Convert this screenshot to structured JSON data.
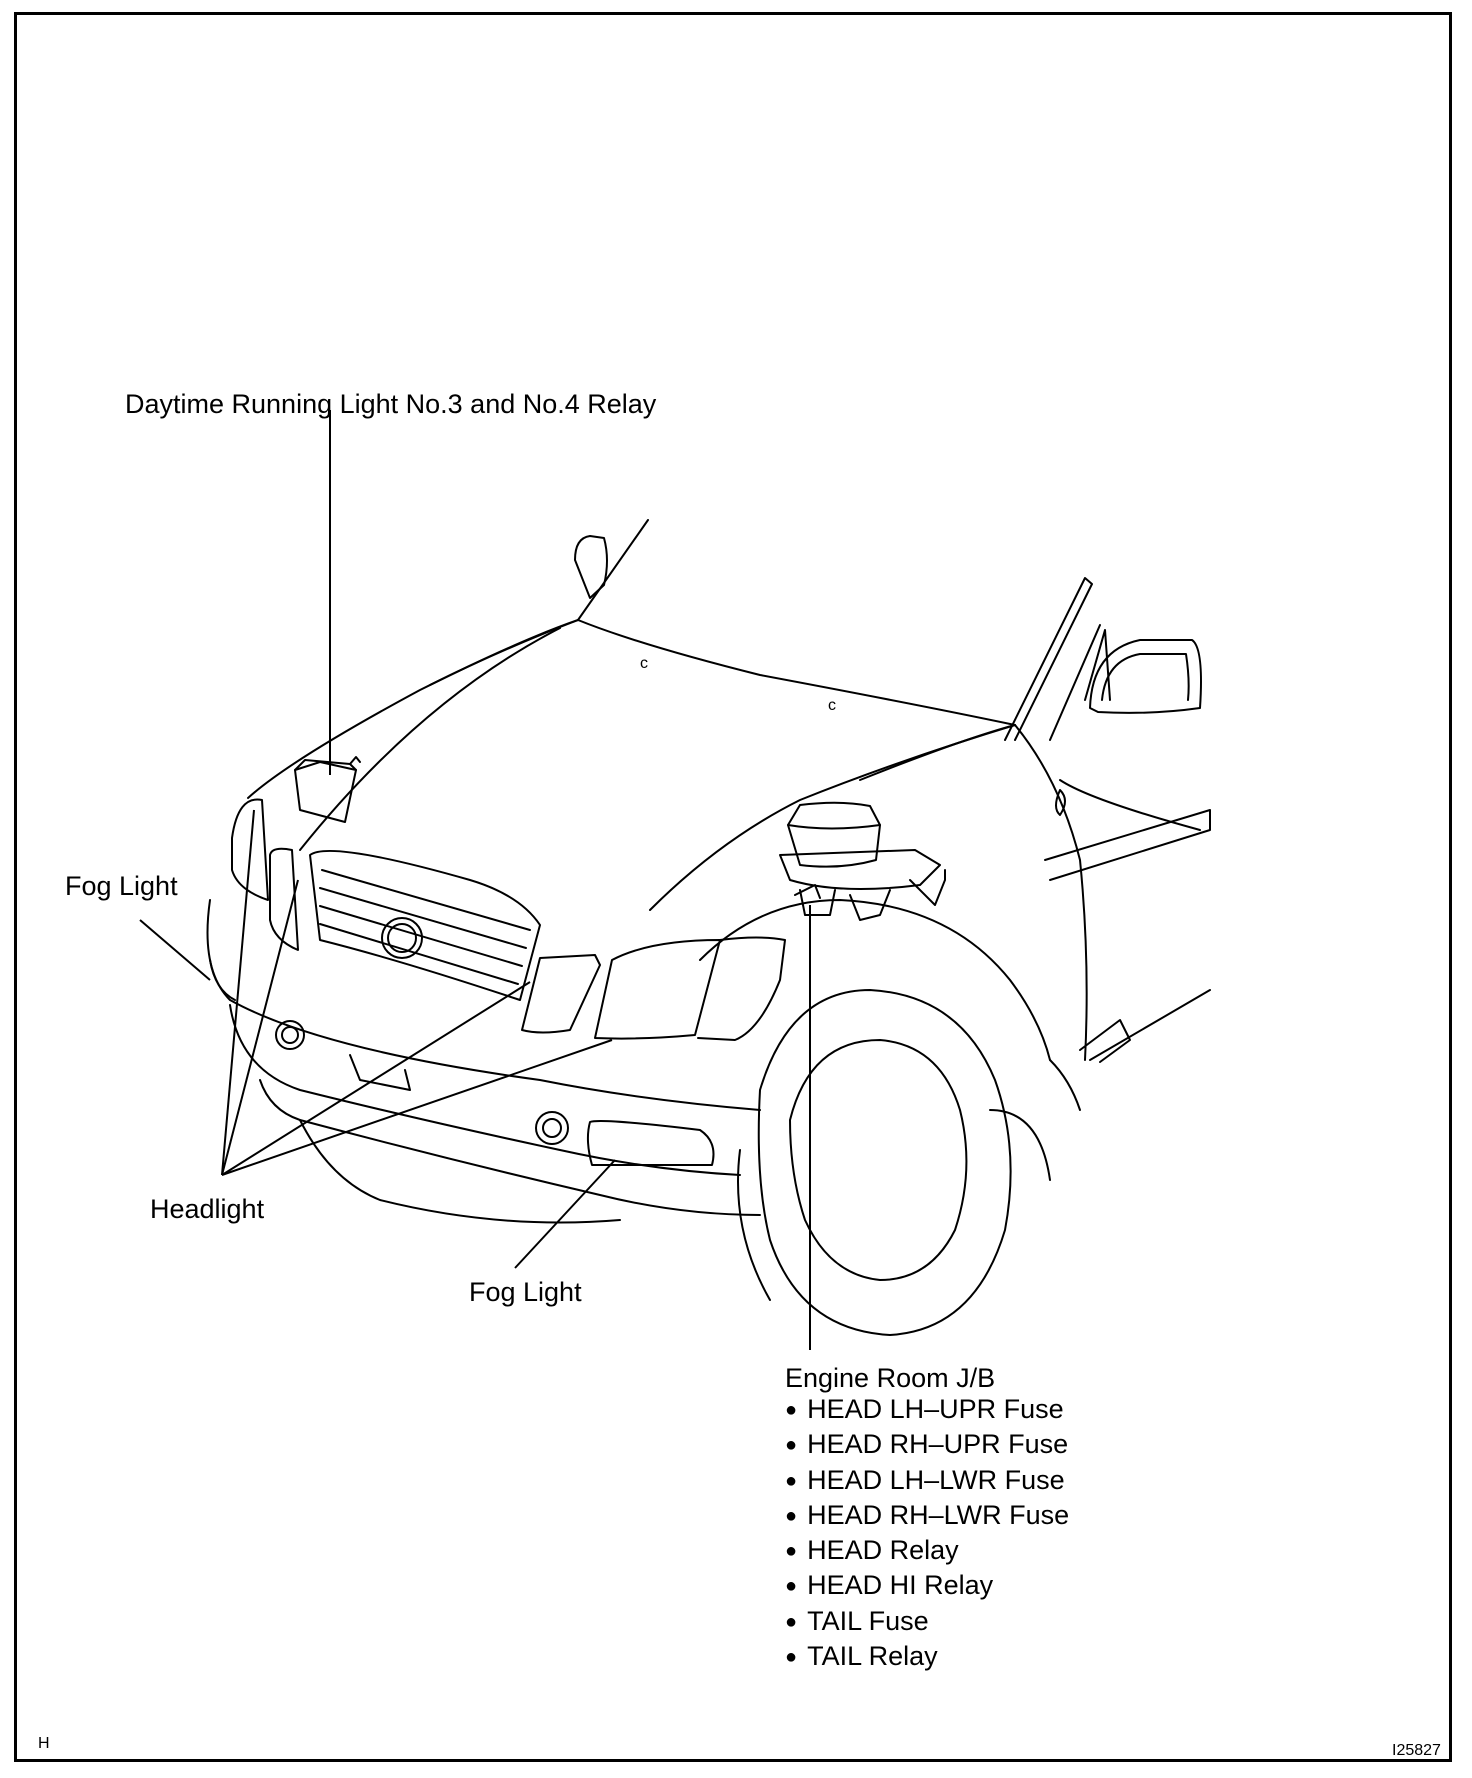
{
  "labels": {
    "drl_relay": "Daytime Running Light No.3 and No.4 Relay",
    "fog_light_left": "Fog Light",
    "headlight": "Headlight",
    "fog_light_bottom": "Fog Light",
    "engine_room_jb": "Engine Room J/B"
  },
  "engine_room_items": [
    "HEAD LH–UPR Fuse",
    "HEAD RH–UPR Fuse",
    "HEAD LH–LWR Fuse",
    "HEAD RH–LWR Fuse",
    "HEAD Relay",
    "HEAD HI Relay",
    "TAIL Fuse",
    "TAIL Relay"
  ],
  "corner": {
    "left": "H",
    "right": "I25827"
  },
  "colors": {
    "line": "#000000",
    "background": "#ffffff"
  }
}
